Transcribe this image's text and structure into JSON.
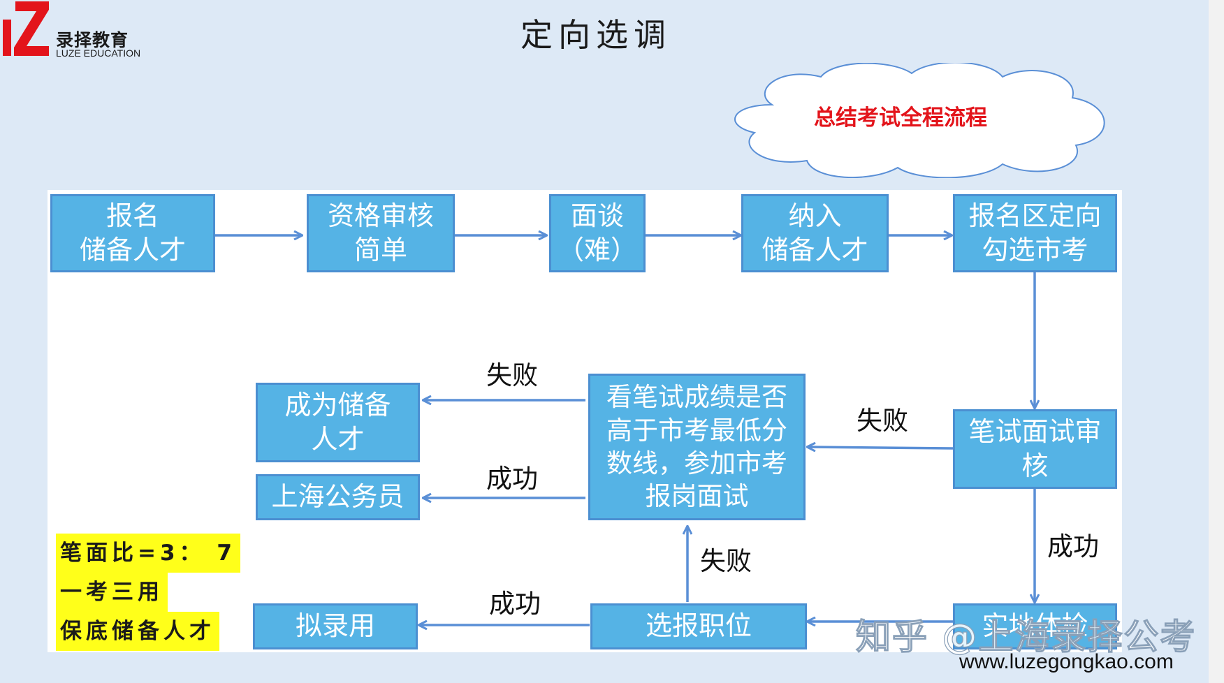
{
  "logo": {
    "cn": "录择教育",
    "en": "LUZE EDUCATION"
  },
  "title": "定向选调",
  "cloud_text": "总结考试全程流程",
  "boxes": {
    "register": "报名\n储备人才",
    "qual": "资格审核\n简单",
    "interview": "面谈\n（难）",
    "include": "纳入\n储备人才",
    "select": "报名区定向\n勾选市考",
    "review": "笔试面试审\n核",
    "check": "看笔试成绩是否\n高于市考最低分\n数线，参加市考\n报岗面试",
    "reserve": "成为储备\n人才",
    "civil": "上海公务员",
    "hire": "拟录用",
    "choose": "选报职位",
    "hidden": "实地体检"
  },
  "labels": {
    "fail1": "失败",
    "fail2": "失败",
    "success1": "成功",
    "success2": "成功",
    "fail3": "失败",
    "success3": "成功"
  },
  "notes": [
    "笔面比=3： 7",
    "一考三用",
    "保底储备人才"
  ],
  "watermark": "知乎 @上海录择公考",
  "url": "www.luzegongkao.com",
  "colors": {
    "box_fill": "#55b3e5",
    "box_border": "#4b8fd1",
    "arrow": "#5a8fd6",
    "cloud_text": "#e3141b",
    "note_bg": "#ffff1a"
  }
}
